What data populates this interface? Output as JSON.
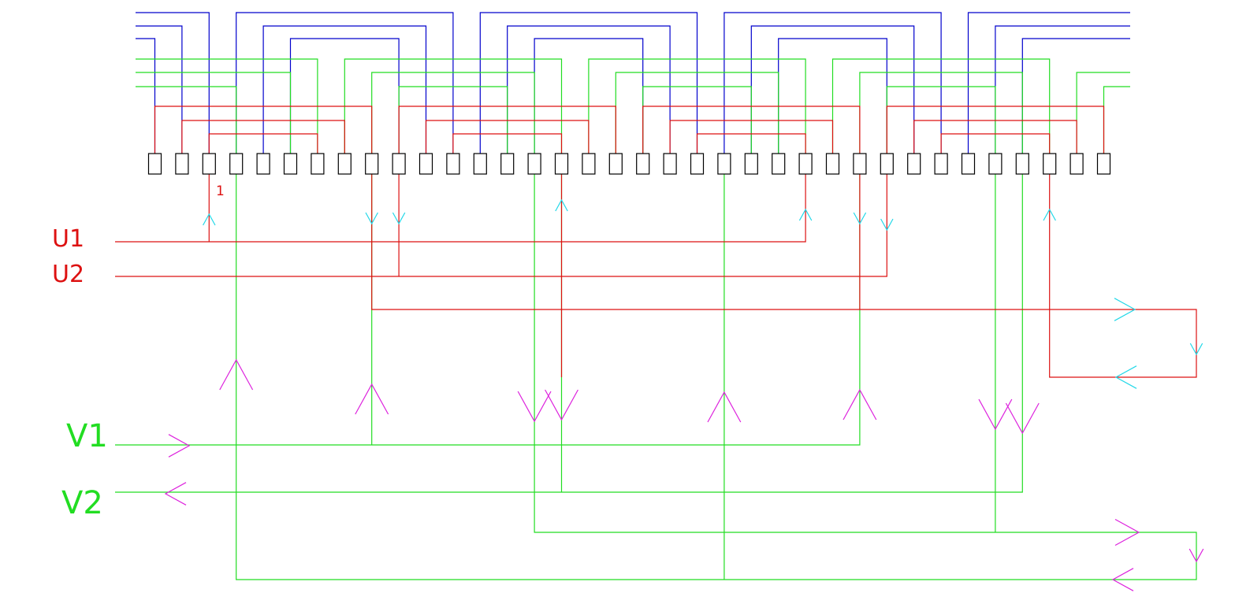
{
  "colors": {
    "blue": "#0000cc",
    "green": "#22dd22",
    "red": "#dd1111",
    "cyan": "#22d8e8",
    "magenta": "#dd22dd",
    "slot": "#000000",
    "background": "#ffffff"
  },
  "slot_count": 36,
  "slot_label": "1",
  "labels": {
    "u1": "U1",
    "u2": "U2",
    "v1": "V1",
    "v2": "V2"
  }
}
